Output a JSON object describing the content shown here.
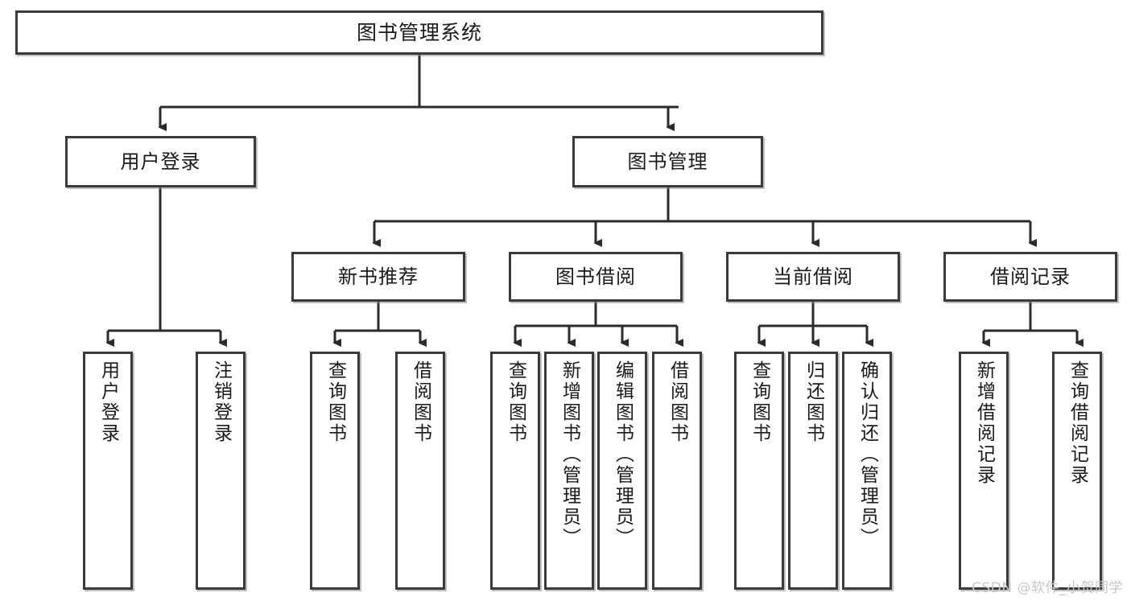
{
  "diagram": {
    "title": "图书管理系统",
    "watermark": "CSDN @软件_小贺同学",
    "colors": {
      "border": "#3a3a3a",
      "fill": "#ffffff",
      "line": "#2b2b2b",
      "text": "#1a1a1a",
      "watermark": "#c8c8c8"
    },
    "nodes": {
      "root": {
        "label": "图书管理系统"
      },
      "level2": [
        {
          "label": "用户登录"
        },
        {
          "label": "图书管理"
        }
      ],
      "level3": [
        {
          "label": "新书推荐"
        },
        {
          "label": "图书借阅"
        },
        {
          "label": "当前借阅"
        },
        {
          "label": "借阅记录"
        }
      ],
      "leaves_user_login": [
        {
          "label": "用户登录"
        },
        {
          "label": "注销登录"
        }
      ],
      "leaves_new_books": [
        {
          "label": "查询图书"
        },
        {
          "label": "借阅图书"
        }
      ],
      "leaves_borrow": [
        {
          "label": "查询图书"
        },
        {
          "label": "新增图书（管理员）"
        },
        {
          "label": "编辑图书（管理员）"
        },
        {
          "label": "借阅图书"
        }
      ],
      "leaves_current": [
        {
          "label": "查询图书"
        },
        {
          "label": "归还图书"
        },
        {
          "label": "确认归还（管理员）"
        }
      ],
      "leaves_records": [
        {
          "label": "新增借阅记录"
        },
        {
          "label": "查询借阅记录"
        }
      ]
    }
  }
}
